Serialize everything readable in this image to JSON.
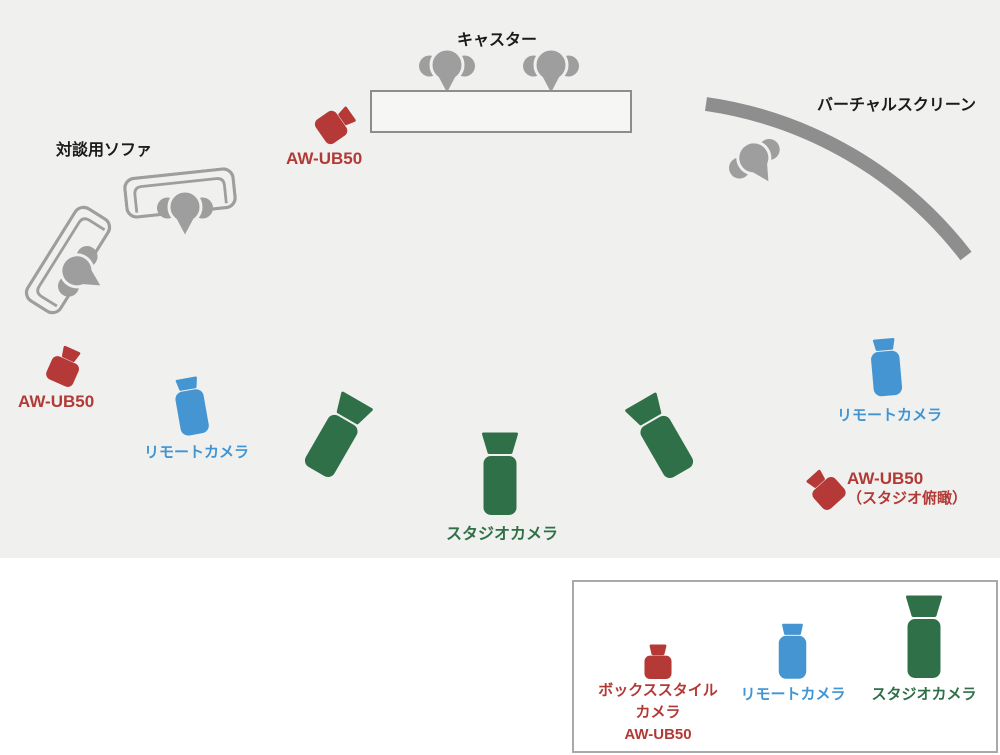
{
  "diagram": {
    "caster_label": "キャスター",
    "sofa_label": "対談用ソファ",
    "virtual_screen_label": "バーチャルスクリーン",
    "desk_box_camera_label": "AW-UB50",
    "left_box_camera_label": "AW-UB50",
    "left_remote_camera_label": "リモートカメラ",
    "studio_camera_label": "スタジオカメラ",
    "right_remote_camera_label": "リモートカメラ",
    "overhead_camera_label_line1": "AW-UB50",
    "overhead_camera_label_line2": "（スタジオ俯瞰）"
  },
  "legend": {
    "box_camera_line1": "ボックススタイル",
    "box_camera_line2": "カメラ",
    "box_camera_line3": "AW-UB50",
    "remote_camera_label": "リモートカメラ",
    "studio_camera_label": "スタジオカメラ"
  },
  "colors": {
    "box_camera": "#b43937",
    "remote_camera": "#4495d2",
    "studio_camera": "#2f7048",
    "people_gray": "#9e9e9e",
    "screen_arc": "#8e8e8e",
    "floor_background": "#f0f0ef"
  }
}
